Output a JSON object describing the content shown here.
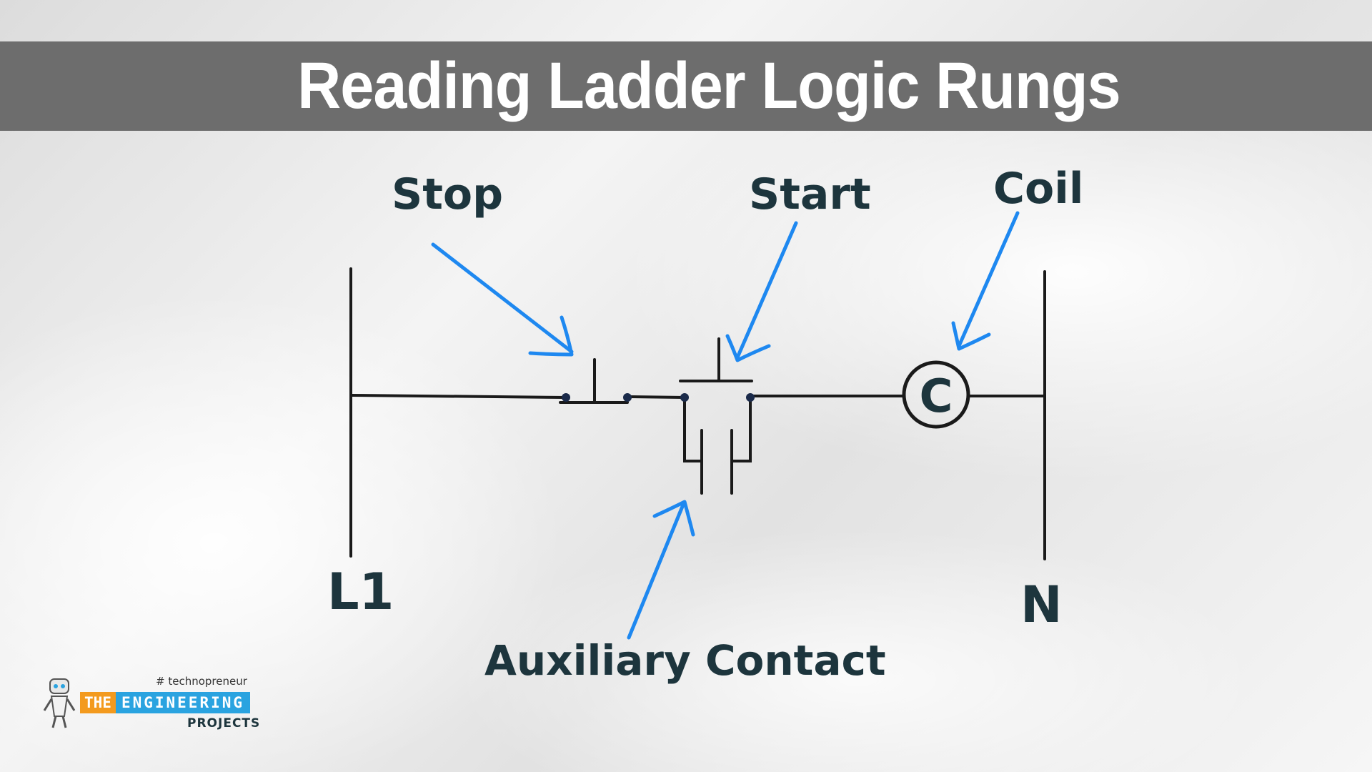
{
  "title": "Reading Ladder Logic Rungs",
  "labels": {
    "stop": "Stop",
    "start": "Start",
    "coil": "Coil",
    "auxiliary": "Auxiliary Contact",
    "l1": "L1",
    "n": "N",
    "coil_letter": "C"
  },
  "logo": {
    "tagline": "# technopreneur",
    "the": "THE",
    "engineering": "ENGINEERING",
    "projects": "PROJECTS"
  },
  "colors": {
    "title_bar": "#6d6d6d",
    "label_text": "#1d353d",
    "arrow": "#1e88f0",
    "wire": "#1a1a1a"
  }
}
